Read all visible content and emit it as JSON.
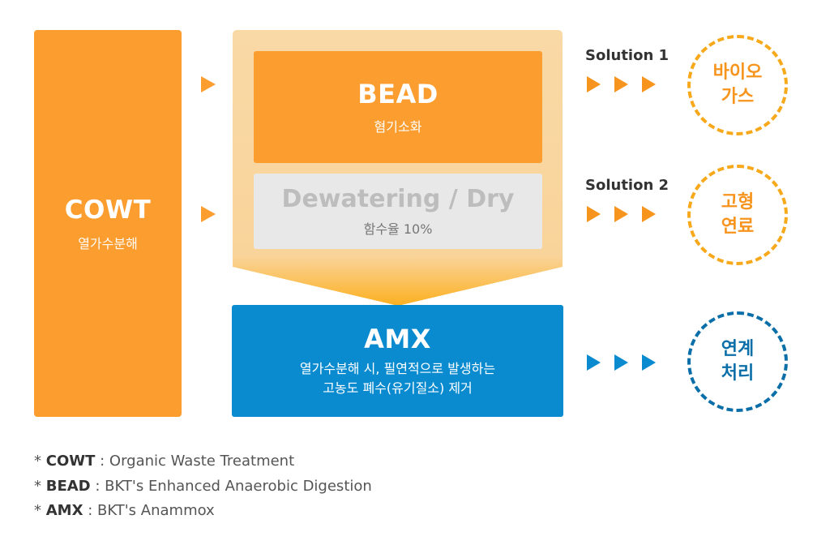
{
  "cowt": {
    "title": "COWT",
    "subtitle": "열가수분해"
  },
  "bead": {
    "title": "BEAD",
    "subtitle": "혐기소화"
  },
  "dewatering": {
    "title": "Dewatering / Dry",
    "subtitle": "함수율 10%"
  },
  "amx": {
    "title": "AMX",
    "line1": "열가수분해 시, 필연적으로 발생하는",
    "line2": "고농도 폐수(유기질소) 제거"
  },
  "solutions": [
    {
      "label": "Solution 1",
      "result_line1": "바이오",
      "result_line2": "가스"
    },
    {
      "label": "Solution 2",
      "result_line1": "고형",
      "result_line2": "연료"
    }
  ],
  "amx_result": {
    "line1": "연계",
    "line2": "처리"
  },
  "notes": [
    {
      "key": "COWT",
      "text": "Organic Waste Treatment"
    },
    {
      "key": "BEAD",
      "text": "BKT's Enhanced Anaerobic Digestion"
    },
    {
      "key": "AMX",
      "text": "BKT's Anammox"
    }
  ],
  "colors": {
    "orange": "#fb9d2f",
    "blue": "#0a8bd0",
    "light_orange": "#f7d7a4",
    "grey": "#e8e8e8"
  }
}
